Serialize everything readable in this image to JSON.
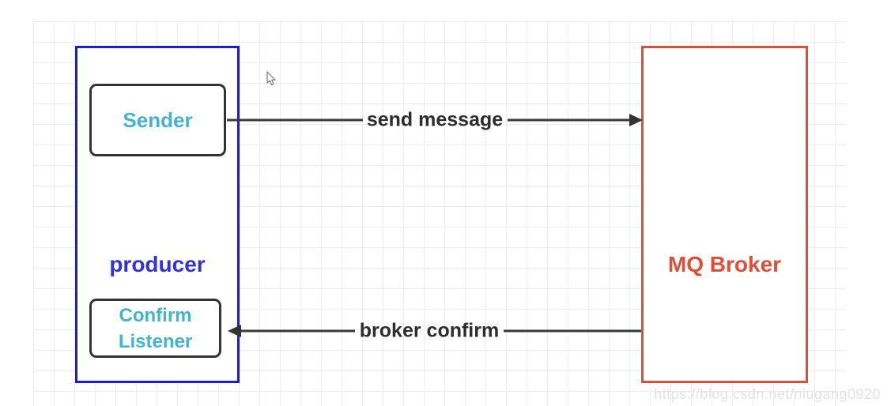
{
  "diagram": {
    "producer": {
      "label": "producer"
    },
    "sender": {
      "label": "Sender"
    },
    "confirm_listener": {
      "label": "Confirm Listener"
    },
    "mq_broker": {
      "label": "MQ Broker"
    },
    "arrow_send": {
      "label": "send message"
    },
    "arrow_confirm": {
      "label": "broker confirm"
    },
    "watermark": "https://blog.csdn.net/niugang0920"
  },
  "colors": {
    "producer_border": "#1c1cd4",
    "producer_text": "#3232d6",
    "node_text": "#45b2ce",
    "node_border": "#333333",
    "broker_border": "#de4f3a",
    "broker_text": "#df4f38",
    "arrow": "#3a3a3a",
    "grid_line": "#ececec",
    "watermark_text": "#e2e2e2"
  }
}
